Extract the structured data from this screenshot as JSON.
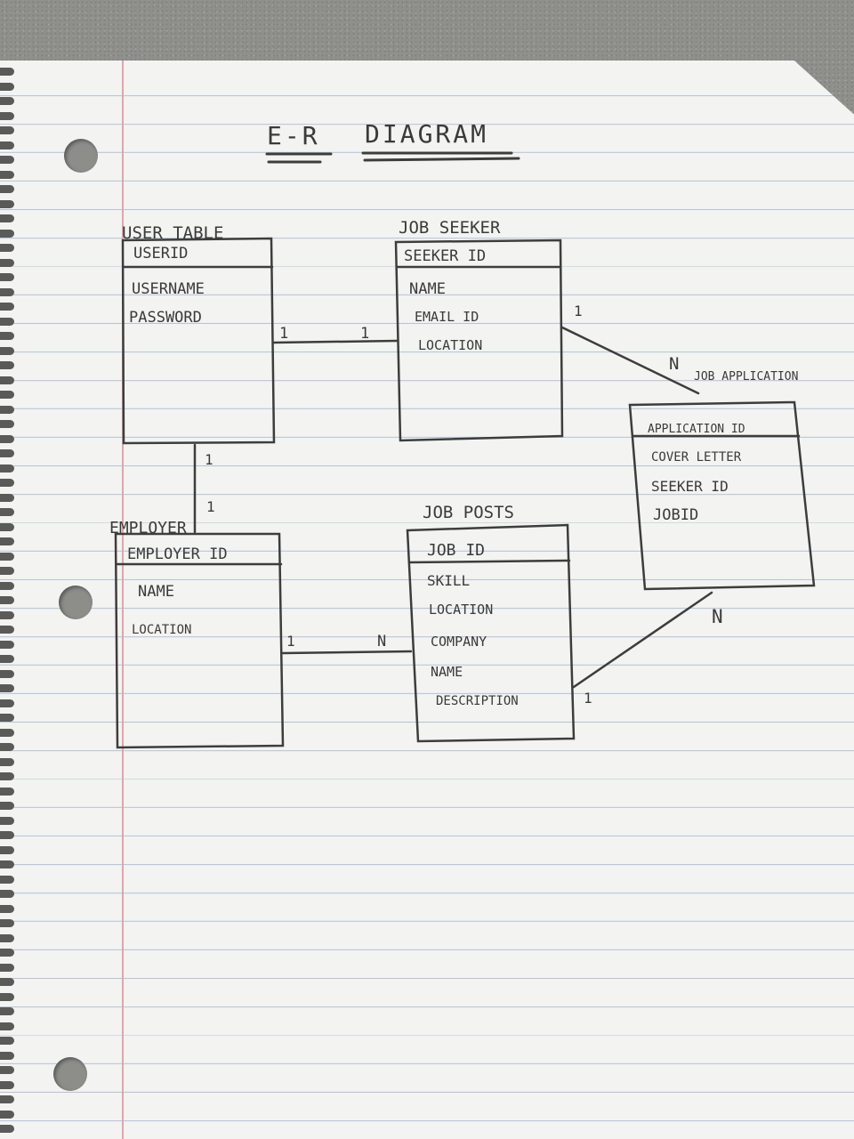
{
  "title": {
    "left": "E-R",
    "right": "DIAGRAM"
  },
  "entities": {
    "user": {
      "name": "USER TABLE",
      "key": "USERID",
      "attrs": [
        "USERNAME",
        "PASSWORD"
      ]
    },
    "seeker": {
      "name": "JOB SEEKER",
      "key": "SEEKER ID",
      "attrs": [
        "NAME",
        "EMAIL ID",
        "LOCATION"
      ]
    },
    "application": {
      "name": "JOB APPLICATION",
      "key": "APPLICATION ID",
      "attrs": [
        "COVER LETTER",
        "SEEKER ID",
        "JOBID"
      ]
    },
    "employer": {
      "name": "EMPLOYER",
      "key": "EMPLOYER ID",
      "attrs": [
        "NAME",
        "LOCATION"
      ]
    },
    "posts": {
      "name": "JOB POSTS",
      "key": "JOB ID",
      "attrs": [
        "SKILL",
        "LOCATION",
        "COMPANY",
        "NAME",
        "DESCRIPTION"
      ]
    }
  },
  "cardinality": {
    "user_seeker": {
      "from": "1",
      "to": "1"
    },
    "user_employer": {
      "from": "1",
      "to": "1"
    },
    "seeker_application": {
      "from": "1",
      "to": "N"
    },
    "employer_posts": {
      "from": "1",
      "to": "N"
    },
    "posts_application": {
      "from": "1",
      "to": "N"
    }
  }
}
